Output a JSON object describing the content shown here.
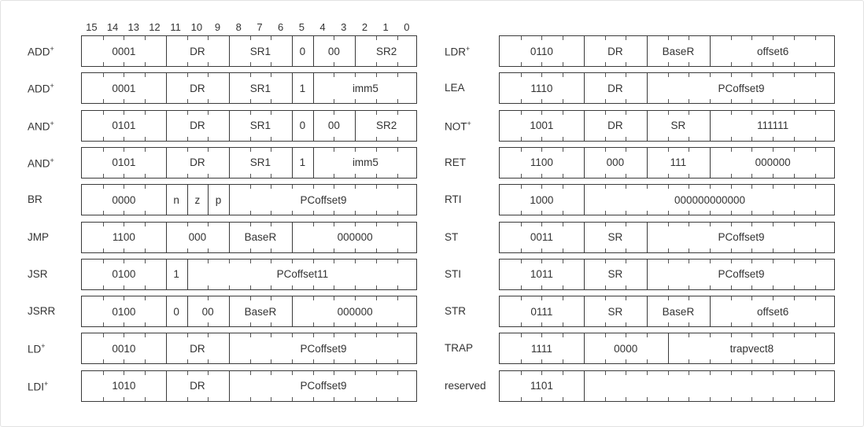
{
  "bit_numbers": [
    "15",
    "14",
    "13",
    "12",
    "11",
    "10",
    "9",
    "8",
    "7",
    "6",
    "5",
    "4",
    "3",
    "2",
    "1",
    "0"
  ],
  "left_rows": [
    {
      "name": "ADD",
      "plus": true,
      "fields": [
        {
          "t": "0001",
          "from": 15,
          "to": 12
        },
        {
          "t": "DR",
          "from": 11,
          "to": 9
        },
        {
          "t": "SR1",
          "from": 8,
          "to": 6
        },
        {
          "t": "0",
          "from": 5,
          "to": 5
        },
        {
          "t": "00",
          "from": 4,
          "to": 3
        },
        {
          "t": "SR2",
          "from": 2,
          "to": 0
        }
      ]
    },
    {
      "name": "ADD",
      "plus": true,
      "fields": [
        {
          "t": "0001",
          "from": 15,
          "to": 12
        },
        {
          "t": "DR",
          "from": 11,
          "to": 9
        },
        {
          "t": "SR1",
          "from": 8,
          "to": 6
        },
        {
          "t": "1",
          "from": 5,
          "to": 5
        },
        {
          "t": "imm5",
          "from": 4,
          "to": 0
        }
      ]
    },
    {
      "name": "AND",
      "plus": true,
      "fields": [
        {
          "t": "0101",
          "from": 15,
          "to": 12
        },
        {
          "t": "DR",
          "from": 11,
          "to": 9
        },
        {
          "t": "SR1",
          "from": 8,
          "to": 6
        },
        {
          "t": "0",
          "from": 5,
          "to": 5
        },
        {
          "t": "00",
          "from": 4,
          "to": 3
        },
        {
          "t": "SR2",
          "from": 2,
          "to": 0
        }
      ]
    },
    {
      "name": "AND",
      "plus": true,
      "fields": [
        {
          "t": "0101",
          "from": 15,
          "to": 12
        },
        {
          "t": "DR",
          "from": 11,
          "to": 9
        },
        {
          "t": "SR1",
          "from": 8,
          "to": 6
        },
        {
          "t": "1",
          "from": 5,
          "to": 5
        },
        {
          "t": "imm5",
          "from": 4,
          "to": 0
        }
      ]
    },
    {
      "name": "BR",
      "plus": false,
      "fields": [
        {
          "t": "0000",
          "from": 15,
          "to": 12
        },
        {
          "t": "n",
          "from": 11,
          "to": 11
        },
        {
          "t": "z",
          "from": 10,
          "to": 10
        },
        {
          "t": "p",
          "from": 9,
          "to": 9
        },
        {
          "t": "PCoffset9",
          "from": 8,
          "to": 0
        }
      ]
    },
    {
      "name": "JMP",
      "plus": false,
      "fields": [
        {
          "t": "1100",
          "from": 15,
          "to": 12
        },
        {
          "t": "000",
          "from": 11,
          "to": 9
        },
        {
          "t": "BaseR",
          "from": 8,
          "to": 6
        },
        {
          "t": "000000",
          "from": 5,
          "to": 0
        }
      ]
    },
    {
      "name": "JSR",
      "plus": false,
      "fields": [
        {
          "t": "0100",
          "from": 15,
          "to": 12
        },
        {
          "t": "1",
          "from": 11,
          "to": 11
        },
        {
          "t": "PCoffset11",
          "from": 10,
          "to": 0
        }
      ]
    },
    {
      "name": "JSRR",
      "plus": false,
      "fields": [
        {
          "t": "0100",
          "from": 15,
          "to": 12
        },
        {
          "t": "0",
          "from": 11,
          "to": 11
        },
        {
          "t": "00",
          "from": 10,
          "to": 9
        },
        {
          "t": "BaseR",
          "from": 8,
          "to": 6
        },
        {
          "t": "000000",
          "from": 5,
          "to": 0
        }
      ]
    },
    {
      "name": "LD",
      "plus": true,
      "fields": [
        {
          "t": "0010",
          "from": 15,
          "to": 12
        },
        {
          "t": "DR",
          "from": 11,
          "to": 9
        },
        {
          "t": "PCoffset9",
          "from": 8,
          "to": 0
        }
      ]
    },
    {
      "name": "LDI",
      "plus": true,
      "fields": [
        {
          "t": "1010",
          "from": 15,
          "to": 12
        },
        {
          "t": "DR",
          "from": 11,
          "to": 9
        },
        {
          "t": "PCoffset9",
          "from": 8,
          "to": 0
        }
      ]
    }
  ],
  "right_rows": [
    {
      "name": "LDR",
      "plus": true,
      "fields": [
        {
          "t": "0110",
          "from": 15,
          "to": 12
        },
        {
          "t": "DR",
          "from": 11,
          "to": 9
        },
        {
          "t": "BaseR",
          "from": 8,
          "to": 6
        },
        {
          "t": "offset6",
          "from": 5,
          "to": 0
        }
      ]
    },
    {
      "name": "LEA",
      "plus": false,
      "fields": [
        {
          "t": "1110",
          "from": 15,
          "to": 12
        },
        {
          "t": "DR",
          "from": 11,
          "to": 9
        },
        {
          "t": "PCoffset9",
          "from": 8,
          "to": 0
        }
      ]
    },
    {
      "name": "NOT",
      "plus": true,
      "fields": [
        {
          "t": "1001",
          "from": 15,
          "to": 12
        },
        {
          "t": "DR",
          "from": 11,
          "to": 9
        },
        {
          "t": "SR",
          "from": 8,
          "to": 6
        },
        {
          "t": "111111",
          "from": 5,
          "to": 0
        }
      ]
    },
    {
      "name": "RET",
      "plus": false,
      "fields": [
        {
          "t": "1100",
          "from": 15,
          "to": 12
        },
        {
          "t": "000",
          "from": 11,
          "to": 9
        },
        {
          "t": "111",
          "from": 8,
          "to": 6
        },
        {
          "t": "000000",
          "from": 5,
          "to": 0
        }
      ]
    },
    {
      "name": "RTI",
      "plus": false,
      "fields": [
        {
          "t": "1000",
          "from": 15,
          "to": 12
        },
        {
          "t": "000000000000",
          "from": 11,
          "to": 0
        }
      ]
    },
    {
      "name": "ST",
      "plus": false,
      "fields": [
        {
          "t": "0011",
          "from": 15,
          "to": 12
        },
        {
          "t": "SR",
          "from": 11,
          "to": 9
        },
        {
          "t": "PCoffset9",
          "from": 8,
          "to": 0
        }
      ]
    },
    {
      "name": "STI",
      "plus": false,
      "fields": [
        {
          "t": "1011",
          "from": 15,
          "to": 12
        },
        {
          "t": "SR",
          "from": 11,
          "to": 9
        },
        {
          "t": "PCoffset9",
          "from": 8,
          "to": 0
        }
      ]
    },
    {
      "name": "STR",
      "plus": false,
      "fields": [
        {
          "t": "0111",
          "from": 15,
          "to": 12
        },
        {
          "t": "SR",
          "from": 11,
          "to": 9
        },
        {
          "t": "BaseR",
          "from": 8,
          "to": 6
        },
        {
          "t": "offset6",
          "from": 5,
          "to": 0
        }
      ]
    },
    {
      "name": "TRAP",
      "plus": false,
      "fields": [
        {
          "t": "1111",
          "from": 15,
          "to": 12
        },
        {
          "t": "0000",
          "from": 11,
          "to": 8
        },
        {
          "t": "trapvect8",
          "from": 7,
          "to": 0
        }
      ]
    },
    {
      "name": "reserved",
      "plus": false,
      "fields": [
        {
          "t": "1101",
          "from": 15,
          "to": 12
        },
        {
          "t": "",
          "from": 11,
          "to": 0
        }
      ]
    }
  ]
}
